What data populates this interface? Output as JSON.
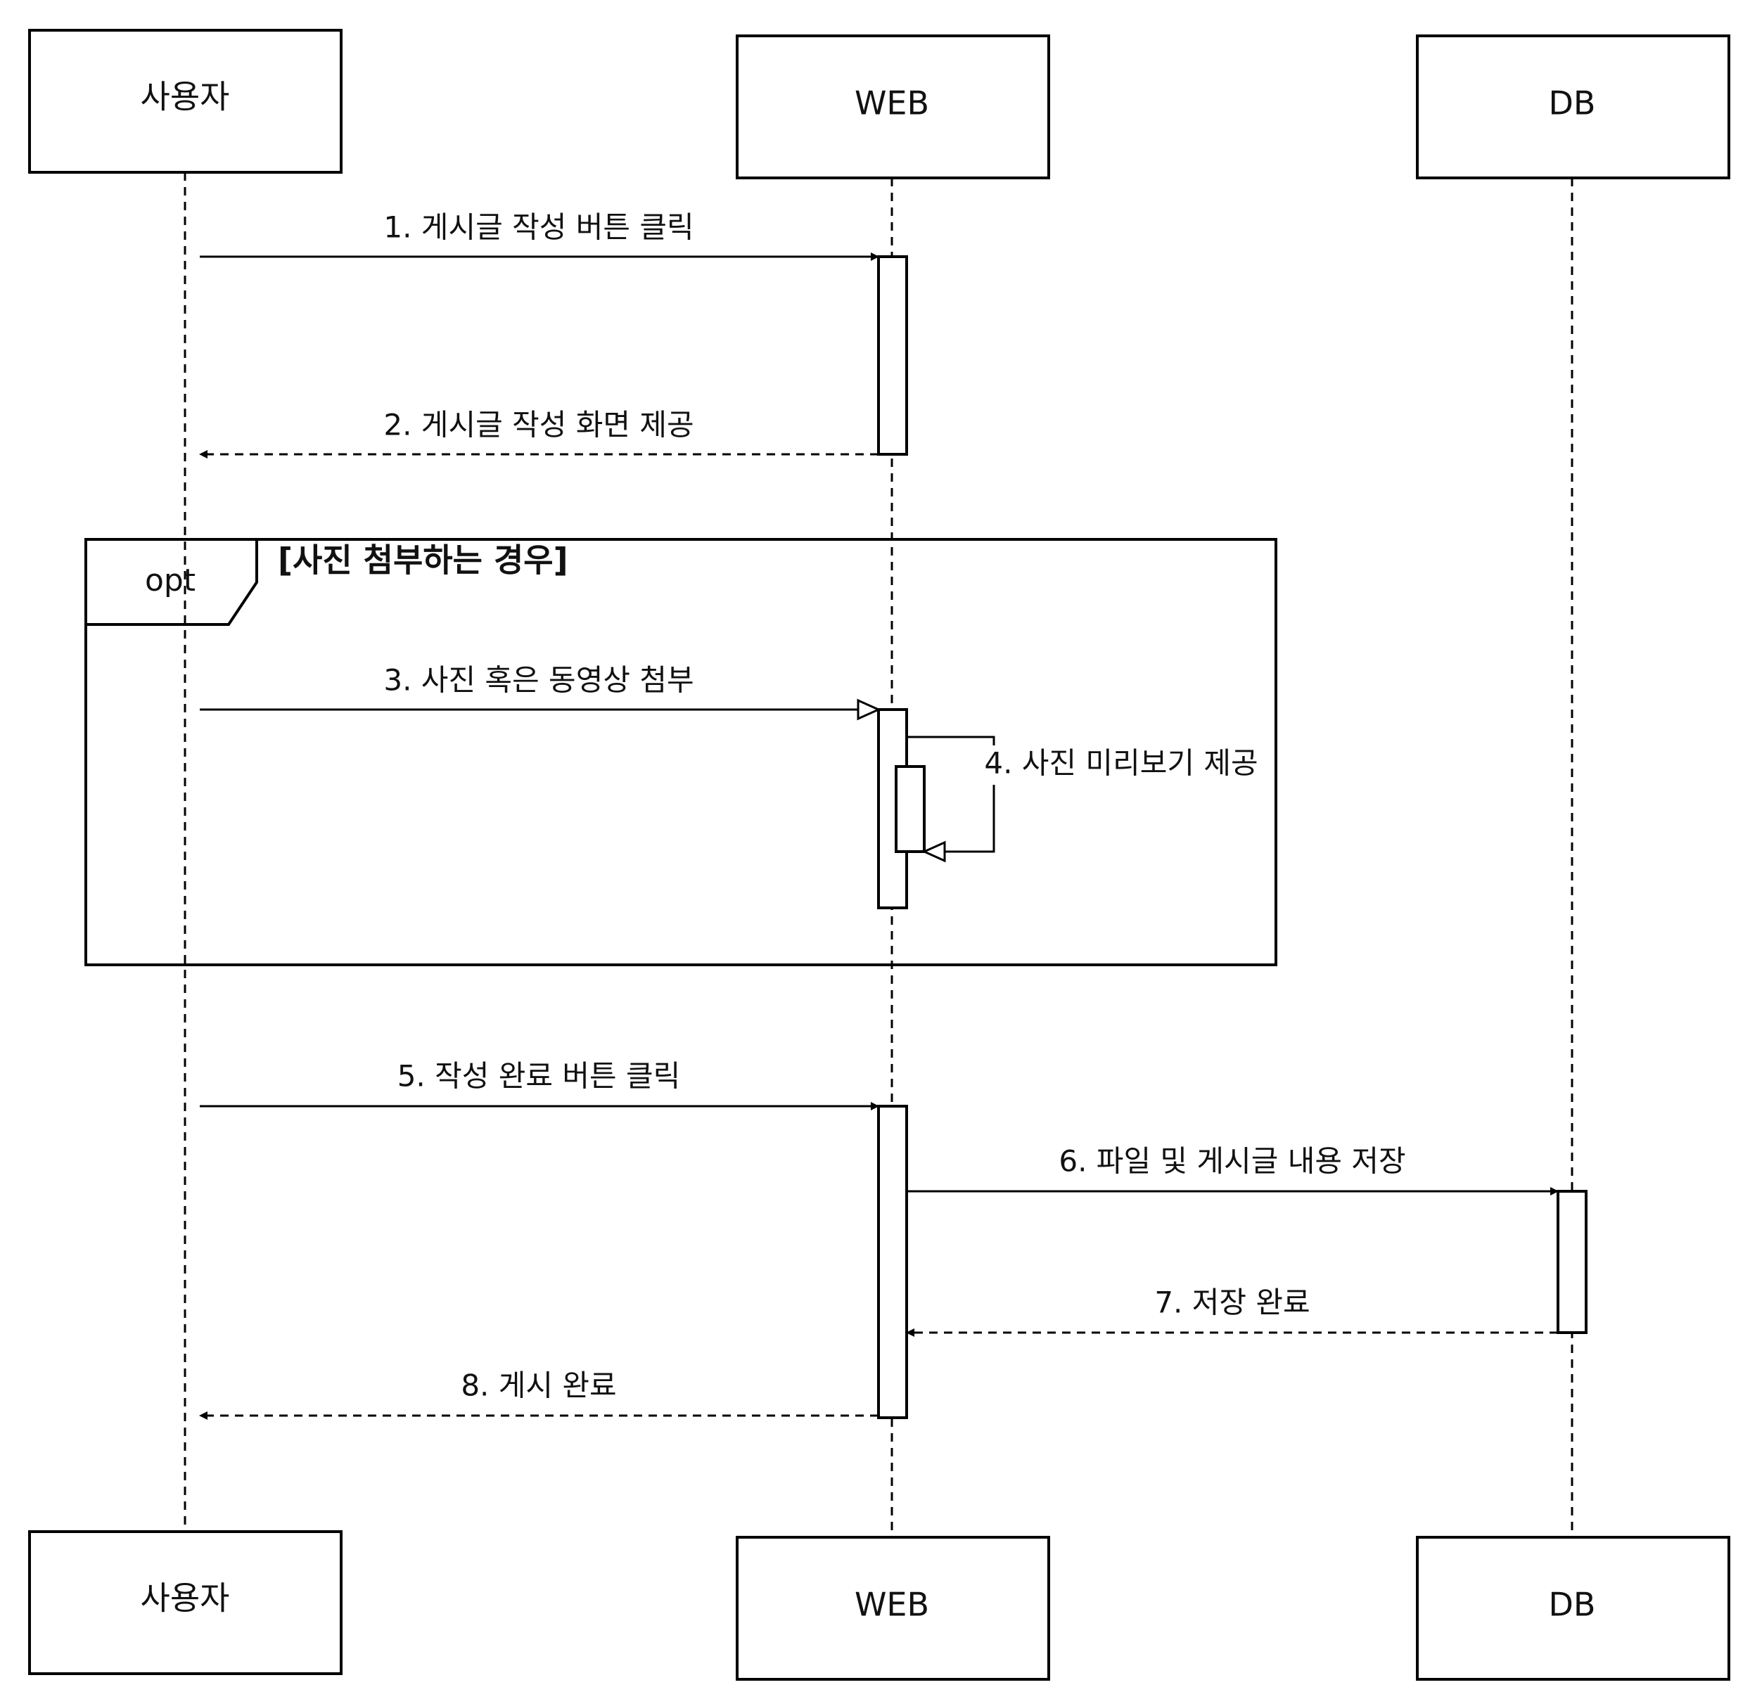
{
  "actors": {
    "user": "사용자",
    "web": "WEB",
    "db": "DB"
  },
  "messages": {
    "m1": "1. 게시글 작성 버튼 클릭",
    "m2": "2. 게시글 작성 화면 제공",
    "m3": "3. 사진 혹은 동영상 첨부",
    "m4": "4. 사진 미리보기 제공",
    "m5": "5. 작성 완료 버튼 클릭",
    "m6": "6. 파일 및 게시글 내용 저장",
    "m7": "7. 저장 완료",
    "m8": "8. 게시 완료"
  },
  "frame": {
    "tag": "opt",
    "guard": "[사진 첨부하는 경우]"
  },
  "colors": {
    "line": "#000000",
    "background": "#ffffff"
  }
}
